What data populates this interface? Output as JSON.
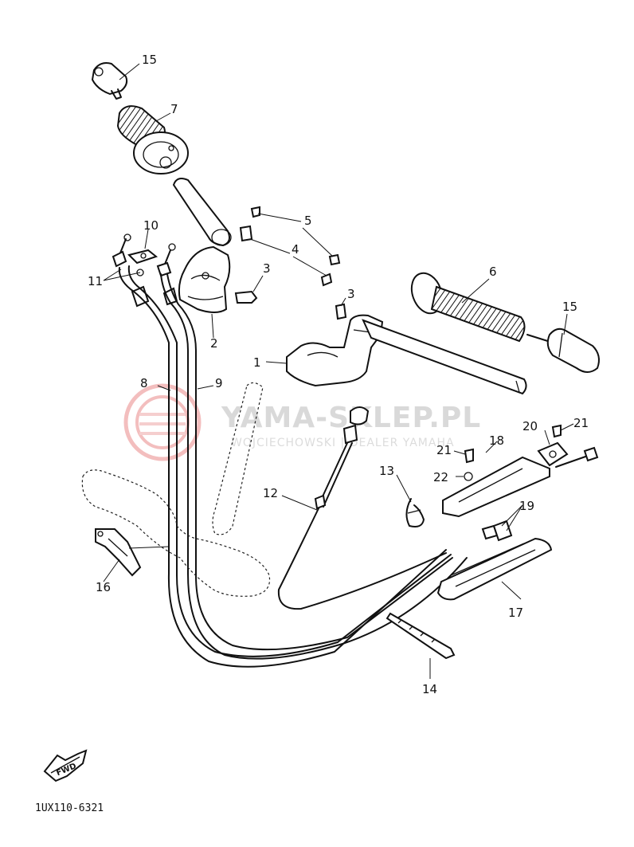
{
  "watermark": {
    "brand": "YAMA-SKLEP.PL",
    "tagline": "WOJCIECHOWSKI | DEALER YAMAHA"
  },
  "diagram_code": "1UX110-6321",
  "fwd_label": "FWD",
  "callouts": {
    "c1": "1",
    "c2": "2",
    "c3a": "3",
    "c3b": "3",
    "c4": "4",
    "c5": "5",
    "c6": "6",
    "c7": "7",
    "c8": "8",
    "c9": "9",
    "c10": "10",
    "c11": "11",
    "c12": "12",
    "c13": "13",
    "c14": "14",
    "c15a": "15",
    "c15b": "15",
    "c16": "16",
    "c17": "17",
    "c18": "18",
    "c19": "19",
    "c20": "20",
    "c21a": "21",
    "c21b": "21",
    "c22": "22"
  }
}
